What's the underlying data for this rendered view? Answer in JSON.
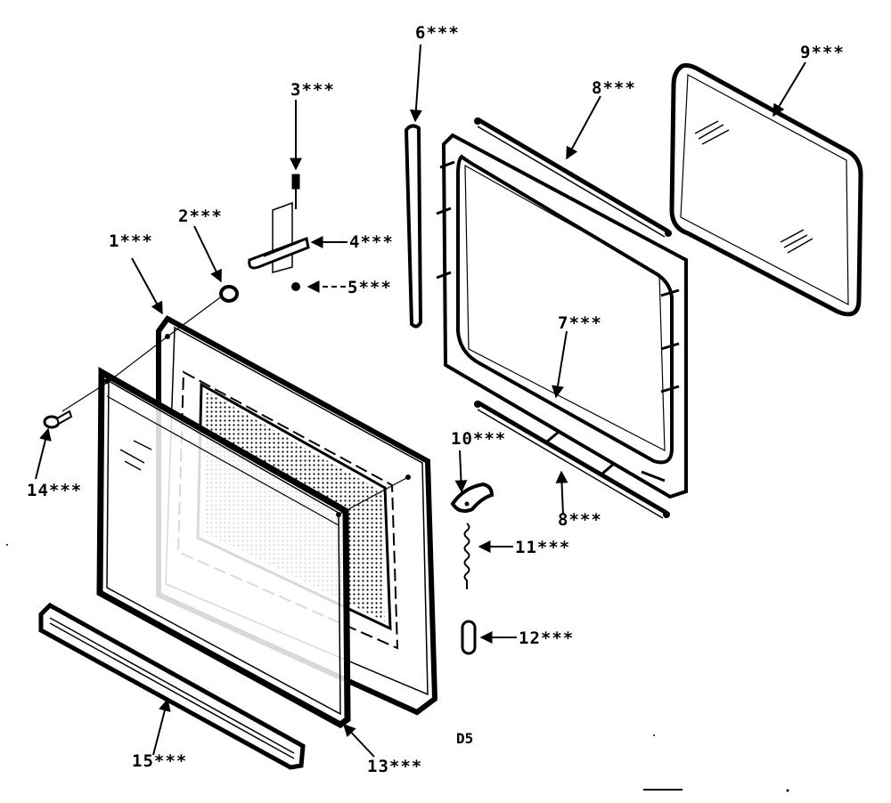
{
  "callouts": {
    "c1": "1***",
    "c2": "2***",
    "c3": "3***",
    "c4": "4***",
    "c5": "5***",
    "c6": "6***",
    "c7": "7***",
    "c8_top": "8***",
    "c8_bottom": "8***",
    "c9": "9***",
    "c10": "10***",
    "c11": "11***",
    "c12": "12***",
    "c13": "13***",
    "c14": "14***",
    "c15": "15***"
  },
  "figure_code": "D5",
  "colors": {
    "ink": "#000000",
    "paper": "#ffffff"
  }
}
